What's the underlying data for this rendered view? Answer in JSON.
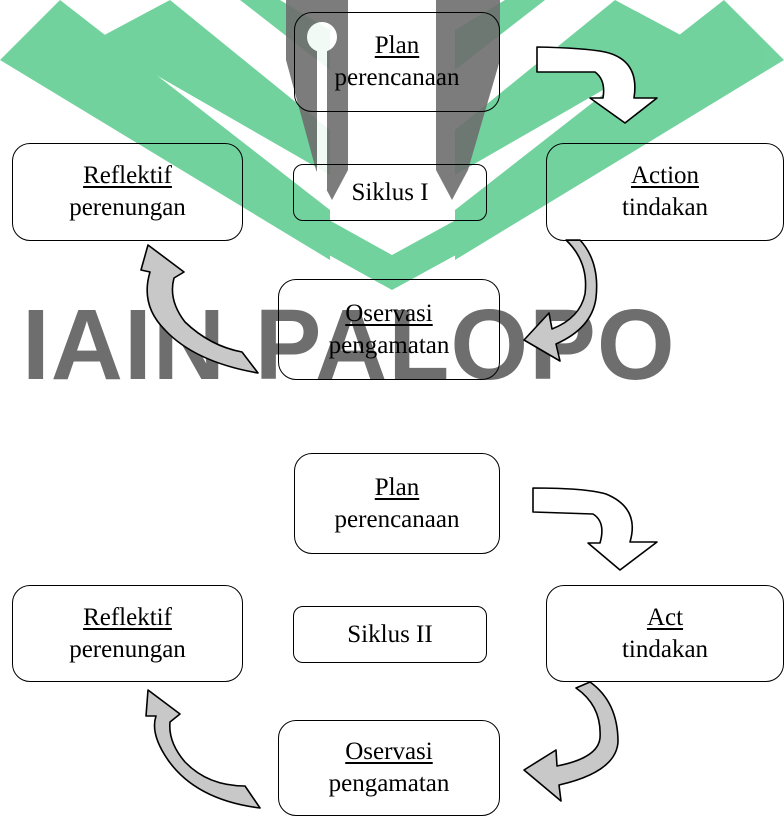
{
  "watermark": {
    "text": "IAIN PALOPO",
    "colors": {
      "green": "#3cc27a",
      "gray": "#6e6e6e"
    }
  },
  "cycles": [
    {
      "center_label": "Siklus I",
      "plan": {
        "title": "Plan",
        "subtitle": "perencanaan"
      },
      "action": {
        "title": "Action",
        "subtitle": "tindakan"
      },
      "observe": {
        "title": "Oservasi",
        "subtitle": "pengamatan"
      },
      "reflect": {
        "title": "Reflektif",
        "subtitle": "perenungan"
      }
    },
    {
      "center_label": "Siklus II",
      "plan": {
        "title": "Plan",
        "subtitle": "perencanaan"
      },
      "action": {
        "title": "Act",
        "subtitle": "tindakan"
      },
      "observe": {
        "title": "Oservasi",
        "subtitle": "pengamatan"
      },
      "reflect": {
        "title": "Reflektif",
        "subtitle": "perenungan"
      }
    }
  ],
  "arrow_colors": {
    "outline": "#000000",
    "fill": "#c8c8c8"
  }
}
